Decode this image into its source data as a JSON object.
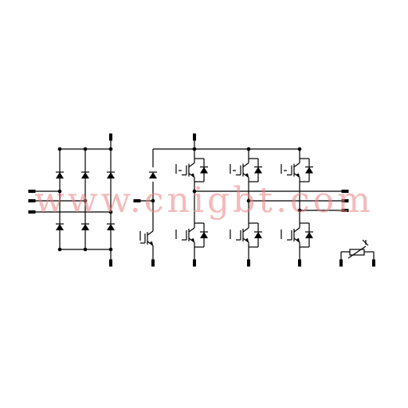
{
  "watermark": {
    "text": "www.cnigbt.com",
    "color": "#eb8282"
  },
  "colors": {
    "line": "#000000",
    "background": "#ffffff"
  },
  "diagram": {
    "sections": [
      {
        "id": "rectifier",
        "kind": "three-phase diode bridge",
        "diodes": 6,
        "inputs": 3
      },
      {
        "id": "brake-chopper",
        "kind": "igbt + freewheel diode",
        "igbts": 1,
        "diodes": 1
      },
      {
        "id": "inverter",
        "kind": "three-phase igbt inverter",
        "igbts": 6,
        "outputs": 3
      },
      {
        "id": "ntc",
        "kind": "thermistor",
        "symbol": "ntc-icon"
      }
    ]
  }
}
